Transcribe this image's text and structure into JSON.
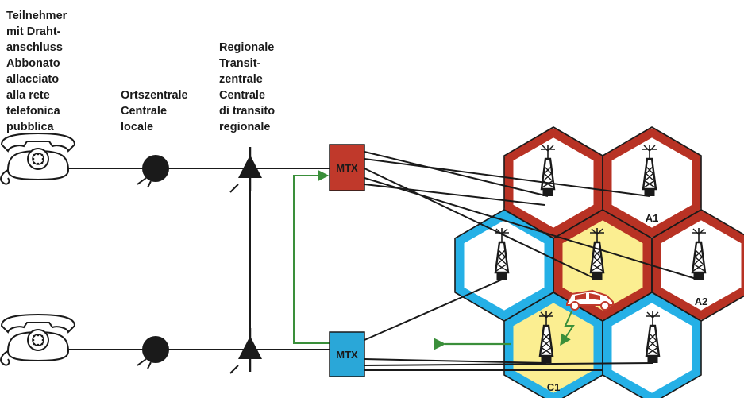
{
  "labels": {
    "subscriber": [
      "Teilnehmer",
      "mit Draht-",
      "anschluss",
      "Abbonato",
      "allacciato",
      "alla rete",
      "telefonica",
      "pubblica"
    ],
    "local_exchange": [
      "Ortszentrale",
      "Centrale",
      "locale"
    ],
    "regional_transit": [
      "Regionale",
      "Transit-",
      "zentrale",
      "Centrale",
      "di transito",
      "regionale"
    ]
  },
  "mtx": {
    "top": "MTX",
    "bottom": "MTX"
  },
  "cells": {
    "a1": "A1",
    "a2": "A2",
    "c1": "C1"
  },
  "colors": {
    "mtx_top": "#c0392b",
    "mtx_bottom": "#2aa7d8",
    "border_red": "#b83224",
    "border_blue": "#25b0e6",
    "highlight_yellow": "#fbee91",
    "signal_green": "#3a8f3a",
    "line": "#1a1a1a"
  }
}
